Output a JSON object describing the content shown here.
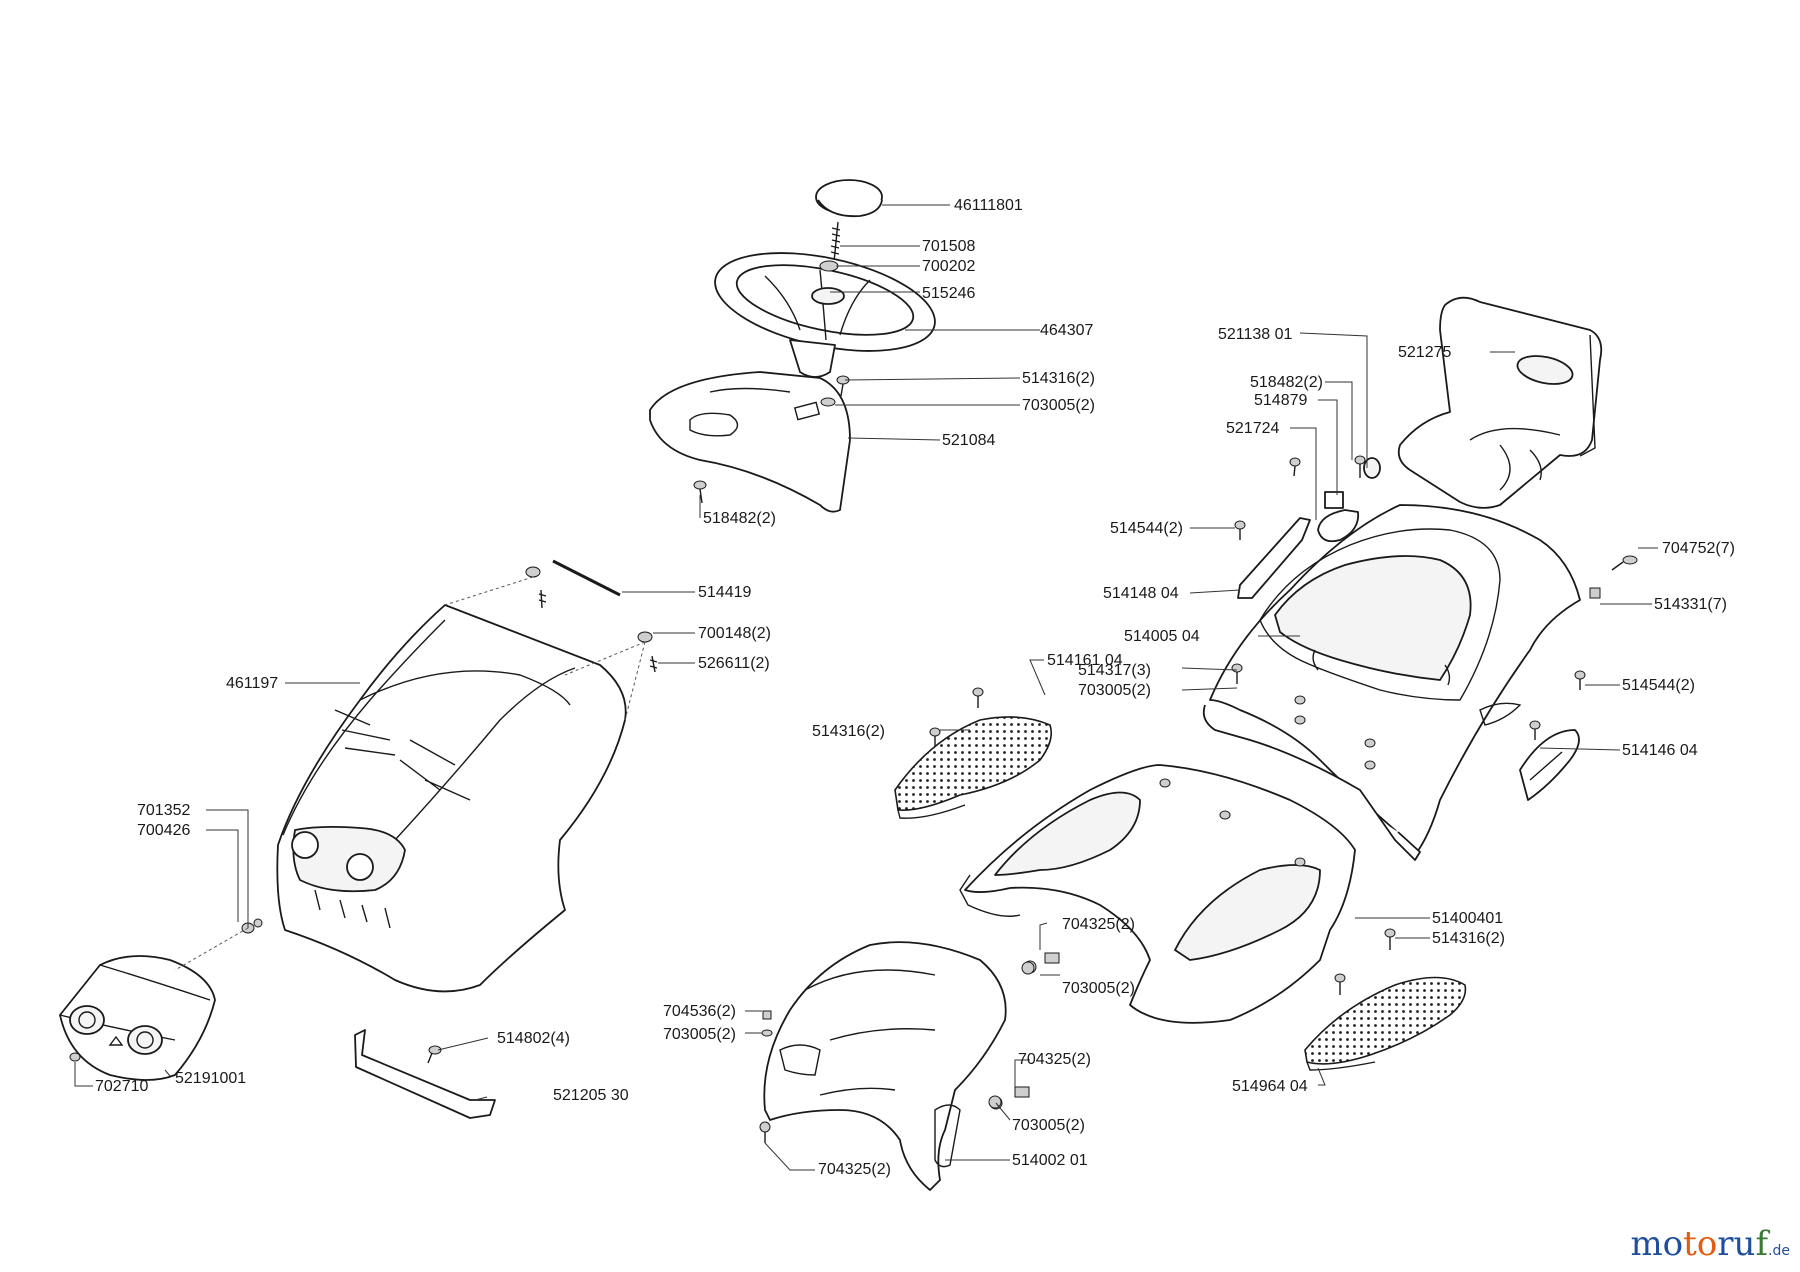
{
  "labels": {
    "p46111801": "46111801",
    "p701508": "701508",
    "p700202": "700202",
    "p515246": "515246",
    "p464307": "464307",
    "p514316_2_a": "514316(2)",
    "p703005_2_a": "703005(2)",
    "p521084": "521084",
    "p518482_2_a": "518482(2)",
    "p521138_01": "521138 01",
    "p521275": "521275",
    "p518482_2_b": "518482(2)",
    "p514879": "514879",
    "p521724": "521724",
    "p514544_2_a": "514544(2)",
    "p704752_7": "704752(7)",
    "p514148_04": "514148 04",
    "p514331_7": "514331(7)",
    "p514005_04": "514005 04",
    "p514419": "514419",
    "p700148_2": "700148(2)",
    "p526611_2": "526611(2)",
    "p461197": "461197",
    "p514161_04": "514161 04",
    "p514317_3": "514317(3)",
    "p703005_2_b": "703005(2)",
    "p514544_2_b": "514544(2)",
    "p514316_2_b": "514316(2)",
    "p514146_04": "514146 04",
    "p701352": "701352",
    "p700426": "700426",
    "p51400401": "51400401",
    "p514316_2_c": "514316(2)",
    "p704325_2_a": "704325(2)",
    "p703005_2_c": "703005(2)",
    "p704536_2": "704536(2)",
    "p703005_2_d": "703005(2)",
    "p514802_4": "514802(4)",
    "p702710": "702710",
    "p52191001": "52191001",
    "p521205_30": "521205 30",
    "p704325_2_b": "704325(2)",
    "p703005_2_e": "703005(2)",
    "p514964_04": "514964 04",
    "p704325_2_c": "704325(2)",
    "p514002_01": "514002 01"
  },
  "brand": {
    "part1": "mo",
    "part2": "to",
    "part3": "ru",
    "part4": "f",
    "tld": ".de"
  },
  "colors": {
    "brand_blue": "#1f4e9c",
    "brand_orange": "#e25c12",
    "brand_green": "#3a7a34"
  }
}
